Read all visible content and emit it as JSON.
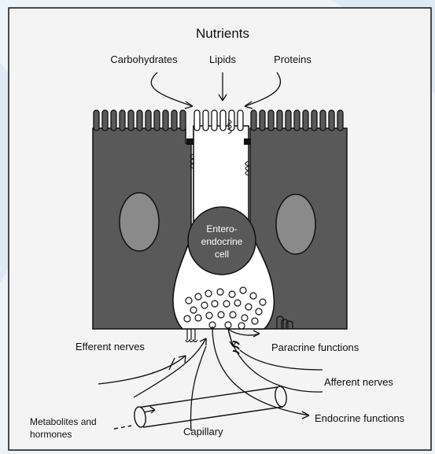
{
  "title": "Nutrients",
  "nutrients": {
    "carbohydrates": "Carbohydrates",
    "lipids": "Lipids",
    "proteins": "Proteins"
  },
  "cell_label": {
    "line1": "Entero-",
    "line2": "endocrine",
    "line3": "cell"
  },
  "labels": {
    "efferent_nerves": "Efferent nerves",
    "paracrine_functions": "Paracrine functions",
    "afferent_nerves": "Afferent nerves",
    "endocrine_functions": "Endocrine functions",
    "metabolites_line1": "Metabolites and",
    "metabolites_line2": "hormones",
    "capillary": "Capillary"
  },
  "colors": {
    "cell_fill": "#595959",
    "nucleus_fill": "#8a8a8a",
    "outline": "#111111",
    "frame_bg": "#f4f4f4",
    "page_accent": "#dbe6f2"
  }
}
